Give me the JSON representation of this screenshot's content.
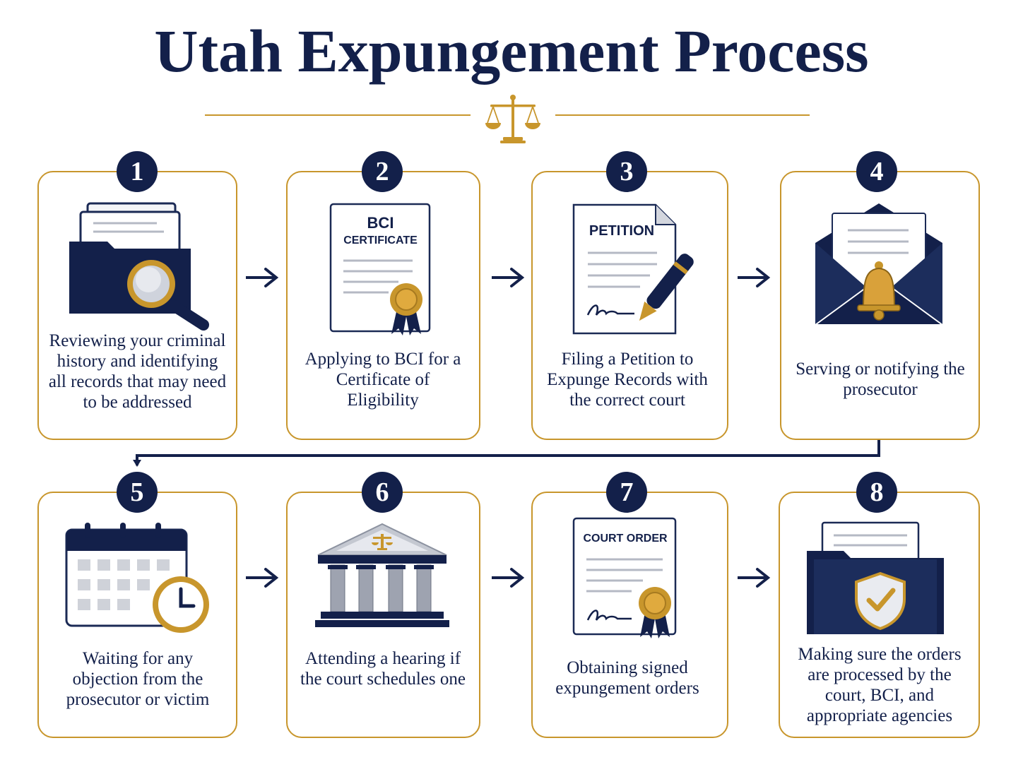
{
  "title": "Utah Expungement Process",
  "colors": {
    "navy": "#13204a",
    "gold": "#c8962c",
    "gray": "#c9ccd3"
  },
  "steps": [
    {
      "number": "1",
      "caption": "Reviewing your criminal history and identifying all records that may need to be addressed",
      "icon": "folder-magnifier-icon"
    },
    {
      "number": "2",
      "caption": "Applying to BCI for a Certificate of Eligibility",
      "icon": "bci-certificate-icon",
      "doc_title": "BCI",
      "doc_subtitle": "CERTIFICATE"
    },
    {
      "number": "3",
      "caption": "Filing a Petition to Expunge Records with the correct court",
      "icon": "petition-document-icon",
      "doc_title": "PETITION"
    },
    {
      "number": "4",
      "caption": "Serving or notifying the prosecutor",
      "icon": "envelope-bell-icon"
    },
    {
      "number": "5",
      "caption": "Waiting for any objection from the prosecutor or victim",
      "icon": "calendar-clock-icon"
    },
    {
      "number": "6",
      "caption": "Attending a hearing if the court schedules one",
      "icon": "courthouse-icon"
    },
    {
      "number": "7",
      "caption": "Obtaining signed expungement orders",
      "icon": "court-order-icon",
      "doc_title": "COURT ORDER"
    },
    {
      "number": "8",
      "caption": "Making sure the orders are processed by the court, BCI, and appropriate agencies",
      "icon": "folder-shield-icon"
    }
  ]
}
